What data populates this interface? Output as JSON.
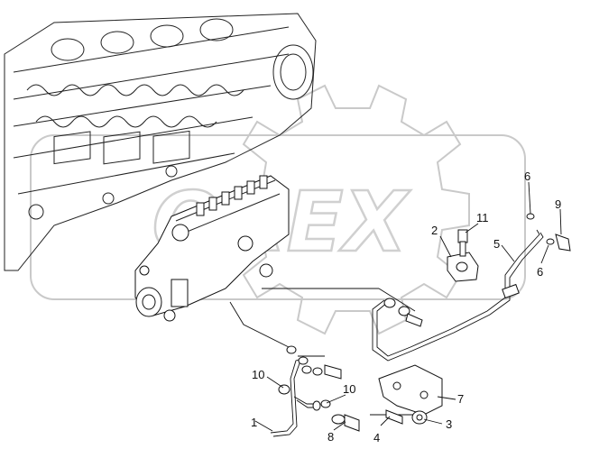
{
  "watermark": {
    "text": "OREX",
    "color": "#cccccc"
  },
  "corner_mark": "",
  "callouts": [
    {
      "id": "c1",
      "label": "1"
    },
    {
      "id": "c2",
      "label": "2"
    },
    {
      "id": "c3",
      "label": "3"
    },
    {
      "id": "c4",
      "label": "4"
    },
    {
      "id": "c5",
      "label": "5"
    },
    {
      "id": "c6a",
      "label": "6"
    },
    {
      "id": "c6b",
      "label": "6"
    },
    {
      "id": "c7",
      "label": "7"
    },
    {
      "id": "c8",
      "label": "8"
    },
    {
      "id": "c9",
      "label": "9"
    },
    {
      "id": "c10a",
      "label": "10"
    },
    {
      "id": "c10b",
      "label": "10"
    },
    {
      "id": "c11",
      "label": "11"
    }
  ],
  "colors": {
    "line": "#111111",
    "watermark": "#cccccc",
    "background": "#ffffff"
  }
}
